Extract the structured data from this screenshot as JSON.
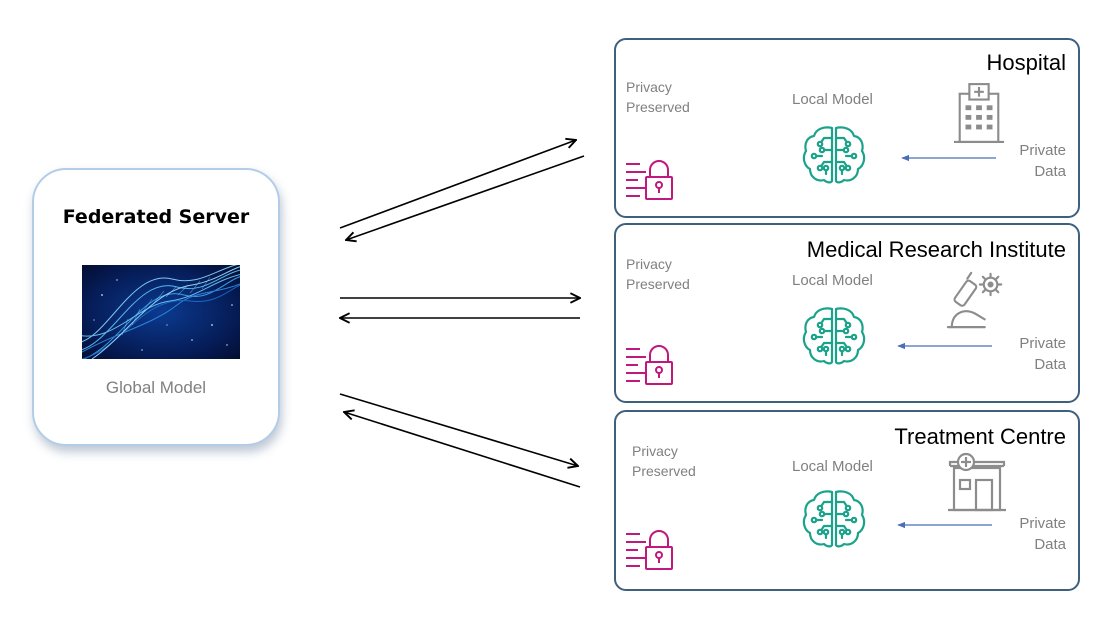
{
  "server": {
    "title": "Federated Server",
    "global_model_label": "Global Model"
  },
  "sites": [
    {
      "title": "Hospital",
      "privacy_line1": "Privacy",
      "privacy_line2": "Preserved",
      "local_model_label": "Local Model",
      "private_line1": "Private",
      "private_line2": "Data",
      "facility_icon": "hospital-building-icon"
    },
    {
      "title": "Medical Research Institute",
      "privacy_line1": "Privacy",
      "privacy_line2": "Preserved",
      "local_model_label": "Local Model",
      "private_line1": "Private",
      "private_line2": "Data",
      "facility_icon": "microscope-virus-icon"
    },
    {
      "title": "Treatment Centre",
      "privacy_line1": "Privacy",
      "privacy_line2": "Preserved",
      "local_model_label": "Local Model",
      "private_line1": "Private",
      "private_line2": "Data",
      "facility_icon": "clinic-building-icon"
    }
  ],
  "colors": {
    "server_border": "#b3cde6",
    "site_border": "#3e5f7d",
    "brain_icon": "#1aa38a",
    "lock_icon": "#c0187f",
    "facility_icon": "#8c8c8c",
    "data_arrow": "#4a6fb5",
    "muted_text": "#808080"
  }
}
